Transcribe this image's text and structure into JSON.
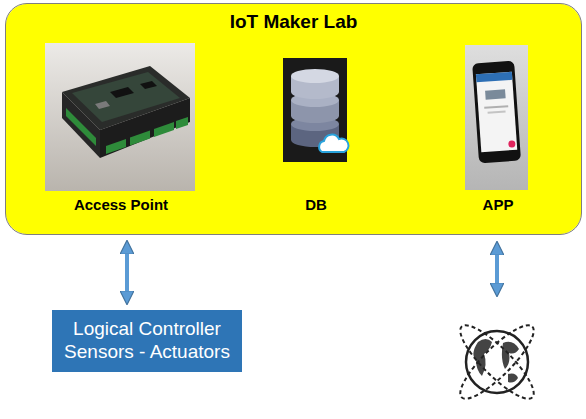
{
  "diagram": {
    "nodes": [
      {
        "text": [
          "IoT Maker Lab"
        ]
      },
      {
        "text": [
          "Access Point"
        ],
        "in": 0
      },
      {
        "text": [
          "DB"
        ],
        "in": 0
      },
      {
        "text": [
          "APP"
        ],
        "in": 0
      },
      {
        "text": [
          "Logical Controller Sensors - Actuators"
        ]
      }
    ],
    "edges": [
      {
        "from": 0,
        "to": 4,
        "arrow": "both"
      }
    ]
  }
}
